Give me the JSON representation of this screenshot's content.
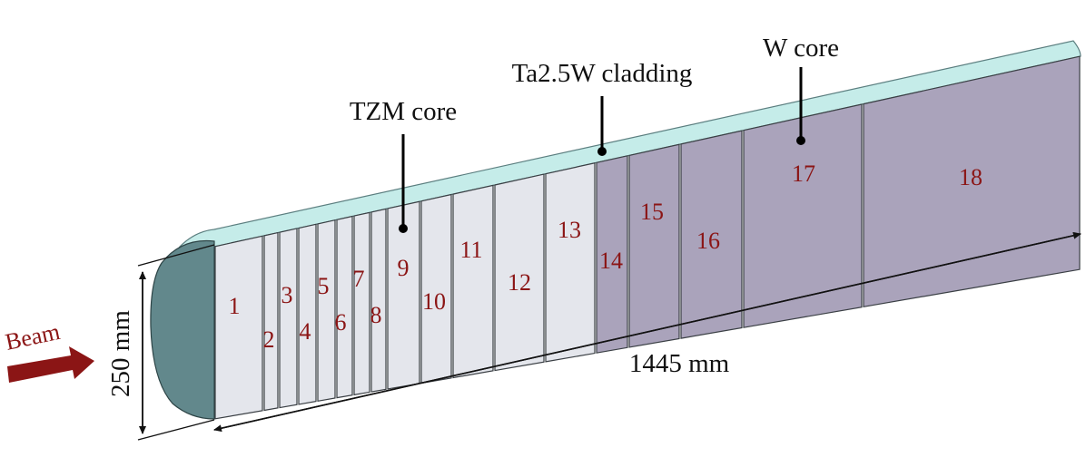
{
  "labels": {
    "tzm": "TZM core",
    "cladding": "Ta2.5W cladding",
    "w": "W core",
    "length": "1445 mm",
    "diameter": "250 mm",
    "beam": "Beam"
  },
  "blocks": [
    {
      "id": "1",
      "material": "TZM"
    },
    {
      "id": "2",
      "material": "TZM"
    },
    {
      "id": "3",
      "material": "TZM"
    },
    {
      "id": "4",
      "material": "TZM"
    },
    {
      "id": "5",
      "material": "TZM"
    },
    {
      "id": "6",
      "material": "TZM"
    },
    {
      "id": "7",
      "material": "TZM"
    },
    {
      "id": "8",
      "material": "TZM"
    },
    {
      "id": "9",
      "material": "TZM"
    },
    {
      "id": "10",
      "material": "TZM"
    },
    {
      "id": "11",
      "material": "TZM"
    },
    {
      "id": "12",
      "material": "TZM"
    },
    {
      "id": "13",
      "material": "TZM"
    },
    {
      "id": "14",
      "material": "W"
    },
    {
      "id": "15",
      "material": "W"
    },
    {
      "id": "16",
      "material": "W"
    },
    {
      "id": "17",
      "material": "W"
    },
    {
      "id": "18",
      "material": "W"
    }
  ],
  "colors": {
    "tzm": "#e4e6ec",
    "w": "#aaa3bb",
    "cladding_top": "#c5ece9",
    "end_cap": "#62888c",
    "text": "#8b1515",
    "beam_arrow": "#8b1515"
  }
}
